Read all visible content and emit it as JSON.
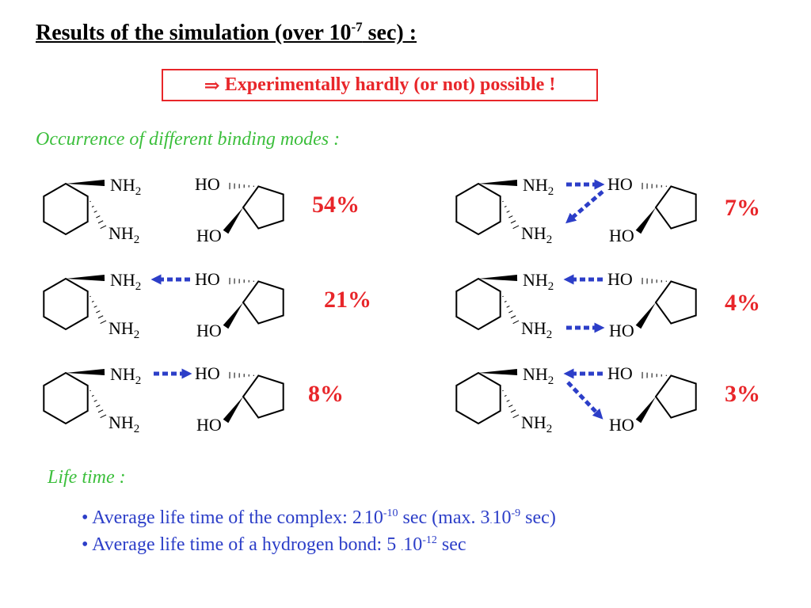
{
  "slide": {
    "title_prefix": "Results of the simulation (over 10",
    "title_exp": "-7",
    "title_suffix": " sec) :",
    "note_arrow": "⇒",
    "note": "Experimentally hardly (or not) possible !",
    "subtitle_modes": "Occurrence of different binding modes :",
    "subtitle_life": "Life time :"
  },
  "labels": {
    "amine": "NH",
    "amine_sub": "2",
    "hydroxyl": "HO"
  },
  "modes": [
    {
      "percent": "54%",
      "hbonds": []
    },
    {
      "percent": "21%",
      "hbonds": [
        "ho_top_to_nh_top"
      ]
    },
    {
      "percent": "8%",
      "hbonds": [
        "nh_top_to_ho_top"
      ]
    },
    {
      "percent": "7%",
      "hbonds": [
        "nh_top_to_ho_top",
        "ho_top_to_nh_bottom"
      ]
    },
    {
      "percent": "4%",
      "hbonds": [
        "ho_top_to_nh_top",
        "nh_bottom_to_ho_bottom"
      ]
    },
    {
      "percent": "3%",
      "hbonds": [
        "ho_top_to_nh_top",
        "nh_top_to_ho_bottom"
      ]
    }
  ],
  "bullets": [
    {
      "bullet": "•",
      "a": "Average life time of the complex: 2",
      "dot": ".",
      "b": "10",
      "exp1": "-10",
      "c": " sec (max. 3",
      "dot2": ".",
      "d": "10",
      "exp2": "-9",
      "e": " sec)"
    },
    {
      "bullet": "•",
      "a": "Average life time of a hydrogen bond: 5 ",
      "dot": ".",
      "b": "10",
      "exp1": "-12",
      "c": " sec"
    }
  ],
  "colors": {
    "note_red": "#e8262a",
    "percent_red": "#e8262a",
    "subtitle_green": "#3cbf3c",
    "arrow_blue": "#2c3ec8",
    "bullet_blue": "#2c3ec8"
  }
}
